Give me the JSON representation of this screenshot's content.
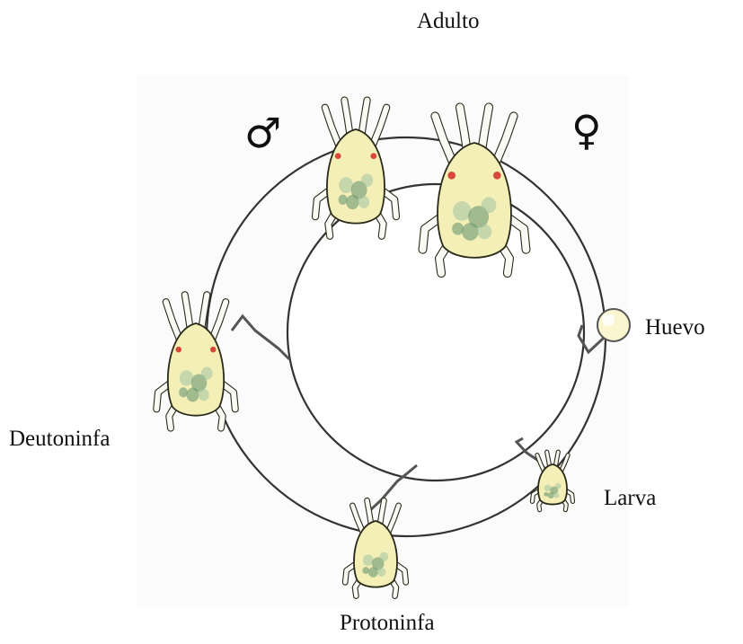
{
  "labels": {
    "adult": "Adulto",
    "egg": "Huevo",
    "larva": "Larva",
    "protonymph": "Protoninfa",
    "deutonymph": "Deutoninfa"
  },
  "symbols": {
    "male": "♂",
    "female": "♀"
  },
  "colors": {
    "body_fill": "#f3efb6",
    "body_stroke": "#2a2a1a",
    "spot_green": "#9ec3a2",
    "spot_dark": "#5f8f6d",
    "eye_red": "#d8473a",
    "leg_fill": "#fafaf4",
    "ring_stroke": "#333333",
    "link_stroke": "#555555",
    "egg_fill": "#fbf6cf"
  }
}
